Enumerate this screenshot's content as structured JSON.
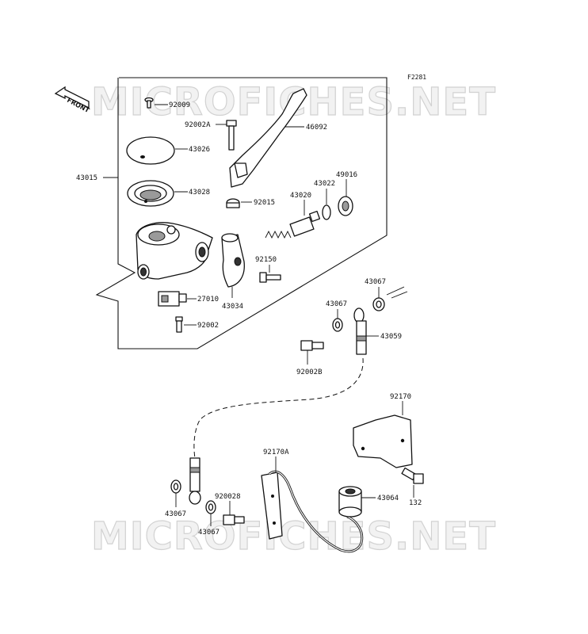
{
  "figure_code": "F2281",
  "front_label": "FRONT",
  "watermark": "MICROFICHES.NET",
  "parts": [
    {
      "id": "92009",
      "slug": "92009-top"
    },
    {
      "id": "92002A",
      "slug": "92002a"
    },
    {
      "id": "46092",
      "slug": "46092"
    },
    {
      "id": "43026",
      "slug": "43026"
    },
    {
      "id": "43015",
      "slug": "43015"
    },
    {
      "id": "43028",
      "slug": "43028"
    },
    {
      "id": "43022",
      "slug": "43022"
    },
    {
      "id": "49016",
      "slug": "49016"
    },
    {
      "id": "43020",
      "slug": "43020"
    },
    {
      "id": "92015",
      "slug": "92015"
    },
    {
      "id": "92150",
      "slug": "92150"
    },
    {
      "id": "43067",
      "slug": "43067-a"
    },
    {
      "id": "27010",
      "slug": "27010"
    },
    {
      "id": "43034",
      "slug": "43034"
    },
    {
      "id": "43067",
      "slug": "43067-b"
    },
    {
      "id": "92002",
      "slug": "92002"
    },
    {
      "id": "43059",
      "slug": "43059"
    },
    {
      "id": "92002B",
      "slug": "92002b-a"
    },
    {
      "id": "92170",
      "slug": "92170"
    },
    {
      "id": "92170A",
      "slug": "92170a"
    },
    {
      "id": "43064",
      "slug": "43064"
    },
    {
      "id": "132",
      "slug": "132"
    },
    {
      "id": "920028",
      "slug": "92002b-b"
    },
    {
      "id": "43067",
      "slug": "43067-c"
    },
    {
      "id": "43067",
      "slug": "43067-d"
    }
  ]
}
